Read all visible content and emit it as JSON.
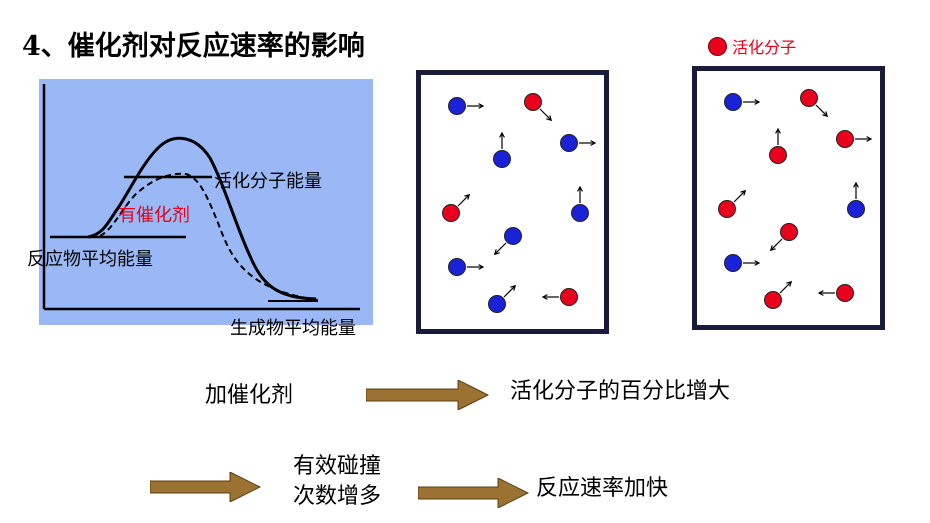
{
  "title": "4、催化剂对反应速率的影响",
  "legend": {
    "label": "活化分子",
    "color": "#e8001c"
  },
  "energy_diagram": {
    "activation_label": "活化分子能量",
    "catalyst_label": "有催化剂",
    "reactant_label": "反应物平均能量",
    "product_label": "生成物平均能量",
    "panel_color": "#99b8f5",
    "catalyst_color": "#e8001c"
  },
  "boxes": {
    "active_color": "#e8001c",
    "normal_color": "#1a22d8",
    "left": [
      {
        "color": "blue",
        "dir": "right"
      },
      {
        "color": "red",
        "dir": "down-right"
      },
      {
        "color": "blue",
        "dir": "up"
      },
      {
        "color": "blue",
        "dir": "right"
      },
      {
        "color": "red",
        "dir": "up-right"
      },
      {
        "color": "blue",
        "dir": "up"
      },
      {
        "color": "blue",
        "dir": "down-left"
      },
      {
        "color": "blue",
        "dir": "right"
      },
      {
        "color": "blue",
        "dir": "up-right"
      },
      {
        "color": "red",
        "dir": "left"
      }
    ],
    "right": [
      {
        "color": "blue",
        "dir": "right"
      },
      {
        "color": "red",
        "dir": "down-right"
      },
      {
        "color": "red",
        "dir": "up"
      },
      {
        "color": "red",
        "dir": "right"
      },
      {
        "color": "red",
        "dir": "up-right"
      },
      {
        "color": "blue",
        "dir": "up"
      },
      {
        "color": "red",
        "dir": "down-left"
      },
      {
        "color": "blue",
        "dir": "right"
      },
      {
        "color": "red",
        "dir": "up-right"
      },
      {
        "color": "red",
        "dir": "left"
      }
    ]
  },
  "flow": {
    "add_catalyst": "加催化剂",
    "result1": "活化分子的百分比增大",
    "collision_line1": "有效碰撞",
    "collision_line2": "次数增多",
    "result2": "反应速率加快",
    "arrow_color": "#9b7232"
  }
}
